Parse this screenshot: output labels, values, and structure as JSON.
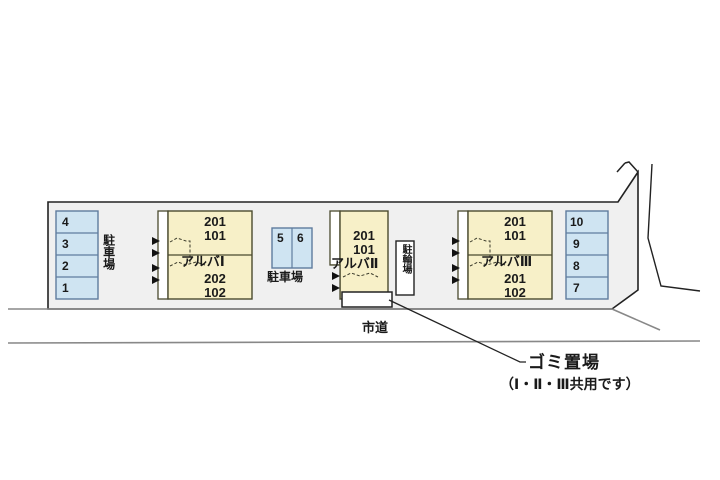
{
  "site": {
    "road_label": "市道",
    "parking_label": "駐車場",
    "bicycle_label": "駐輪場",
    "colors": {
      "building_fill": "#f7f0c8",
      "building_stroke": "#4a4a2e",
      "parking_fill": "#cfe4f2",
      "parking_stroke": "#5f7c9e",
      "site_fill": "#f0f0f0",
      "site_stroke": "#222222",
      "road_stroke": "#888888",
      "text": "#1a1a1a",
      "trash_fill": "#ffffff"
    }
  },
  "parking_blocks": [
    {
      "name": "left",
      "label": "駐車場",
      "stalls": [
        "4",
        "3",
        "2",
        "1"
      ]
    },
    {
      "name": "middle",
      "label": "駐車場",
      "stalls": [
        "5",
        "6"
      ]
    },
    {
      "name": "right",
      "label": "",
      "stalls": [
        "10",
        "9",
        "8",
        "7"
      ]
    }
  ],
  "bicycle_parking": {
    "label": "駐輪場"
  },
  "buildings": [
    {
      "id": "alba-1",
      "name": "アルバⅠ",
      "upper_rooms": [
        "201",
        "101"
      ],
      "lower_rooms": [
        "202",
        "102"
      ],
      "entrance_count": 4
    },
    {
      "id": "alba-2",
      "name": "アルバⅡ",
      "upper_rooms": [
        "201",
        "101"
      ],
      "lower_rooms": [],
      "entrance_count": 2
    },
    {
      "id": "alba-3",
      "name": "アルバⅢ",
      "upper_rooms": [
        "201",
        "101"
      ],
      "lower_rooms": [
        "201",
        "102"
      ],
      "entrance_count": 4
    }
  ],
  "trash_area": {
    "title": "ゴミ置場",
    "subtitle": "（Ⅰ・Ⅱ・Ⅲ共用です）"
  }
}
